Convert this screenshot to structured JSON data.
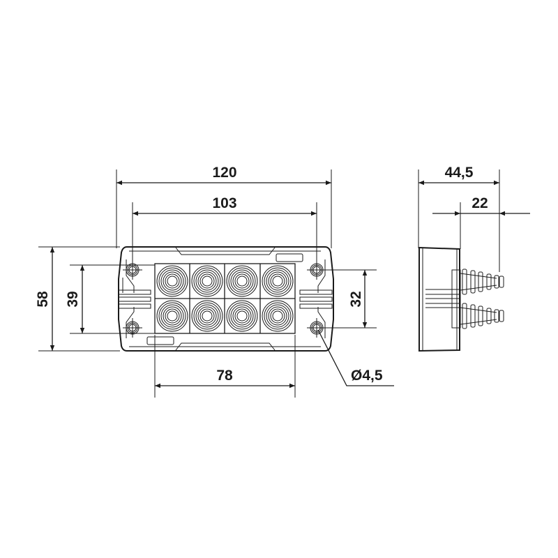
{
  "drawing": {
    "front_view": {
      "width_overall": "120",
      "hole_spacing_horizontal": "103",
      "height_overall": "58",
      "grid_height": "39",
      "hole_spacing_vertical": "32",
      "grid_width": "78",
      "hole_diameter": "Ø4,5"
    },
    "side_view": {
      "depth_overall": "44,5",
      "connector_length": "22"
    }
  }
}
